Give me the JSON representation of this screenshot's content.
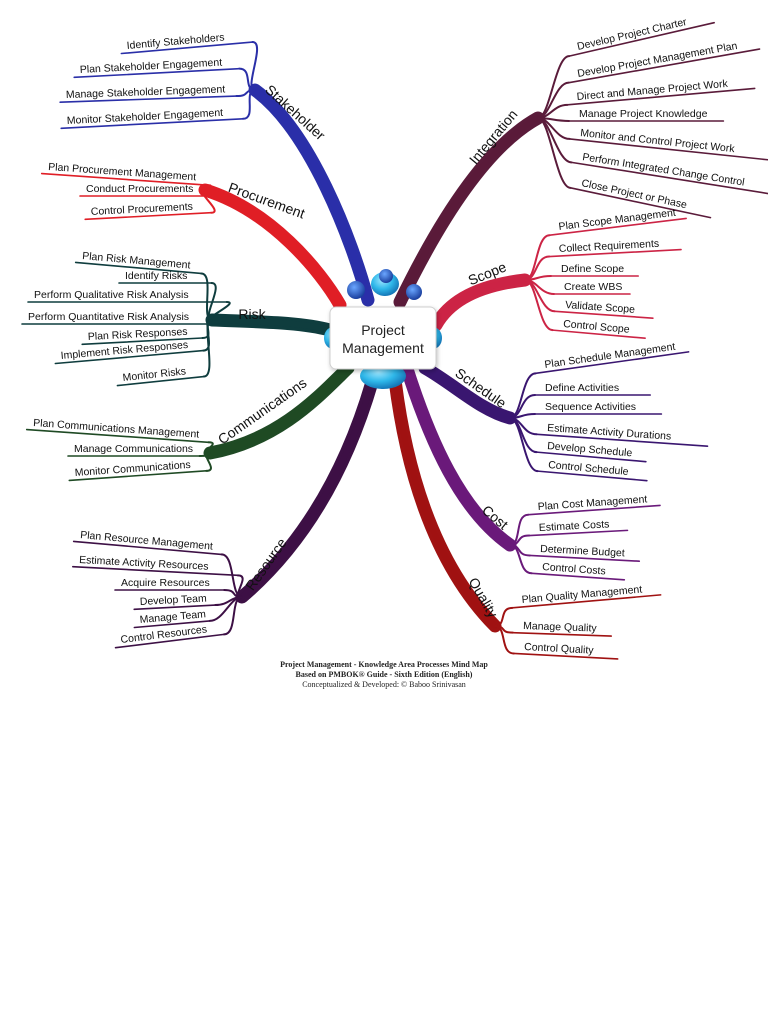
{
  "center": {
    "line1": "Project",
    "line2": "Management"
  },
  "branches": [
    {
      "id": "stakeholder",
      "label": "Stakeholder",
      "color": "#2a2fa8",
      "items": [
        "Identify Stakeholders",
        "Plan Stakeholder Engagement",
        "Manage Stakeholder Engagement",
        "Monitor Stakeholder Engagement"
      ]
    },
    {
      "id": "procurement",
      "label": "Procurement",
      "color": "#e01e26",
      "items": [
        "Plan Procurement Management",
        "Conduct Procurements",
        "Control Procurements"
      ]
    },
    {
      "id": "risk",
      "label": "Risk",
      "color": "#0f3d3e",
      "items": [
        "Plan Risk Management",
        "Identify Risks",
        "Perform Qualitative Risk Analysis",
        "Perform Quantitative Risk Analysis",
        "Plan Risk Responses",
        "Implement Risk Responses",
        "Monitor Risks"
      ]
    },
    {
      "id": "communications",
      "label": "Communications",
      "color": "#1f4a24",
      "items": [
        "Plan Communications Management",
        "Manage Communications",
        "Monitor Communications"
      ]
    },
    {
      "id": "resource",
      "label": "Resource",
      "color": "#3d1045",
      "items": [
        "Plan Resource Management",
        "Estimate Activity Resources",
        "Acquire Resources",
        "Develop Team",
        "Manage Team",
        "Control Resources"
      ]
    },
    {
      "id": "integration",
      "label": "Integration",
      "color": "#5a1b3a",
      "items": [
        "Develop Project Charter",
        "Develop Project Management Plan",
        "Direct and Manage Project Work",
        "Manage Project Knowledge",
        "Monitor and Control Project Work",
        "Perform Integrated Change Control",
        "Close Project or Phase"
      ]
    },
    {
      "id": "scope",
      "label": "Scope",
      "color": "#cc2445",
      "items": [
        "Plan Scope Management",
        "Collect Requirements",
        "Define Scope",
        "Create WBS",
        "Validate Scope",
        "Control Scope"
      ]
    },
    {
      "id": "schedule",
      "label": "Schedule",
      "color": "#3a1670",
      "items": [
        "Plan Schedule Management",
        "Define Activities",
        "Sequence Activities",
        "Estimate Activity Durations",
        "Develop Schedule",
        "Control Schedule"
      ]
    },
    {
      "id": "cost",
      "label": "Cost",
      "color": "#6a1a7a",
      "items": [
        "Plan Cost Management",
        "Estimate Costs",
        "Determine Budget",
        "Control Costs"
      ]
    },
    {
      "id": "quality",
      "label": "Quality",
      "color": "#a01212",
      "items": [
        "Plan Quality Management",
        "Manage Quality",
        "Control Quality"
      ]
    }
  ],
  "caption": {
    "line1": "Project Management - Knowledge Area Processes Mind Map",
    "line2": "Based on PMBOK® Guide - Sixth Edition (English)",
    "line3": "Conceptualized & Developed: © Baboo Srinivasan"
  },
  "colors": {
    "center_blob": "#2fb8ea",
    "center_blob_dark": "#1a7fc0",
    "center_box_border": "#cccccc"
  }
}
